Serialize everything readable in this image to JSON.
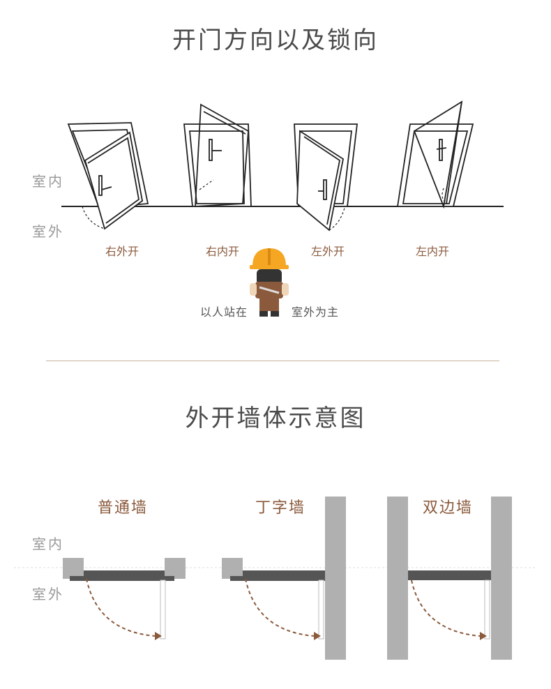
{
  "section1": {
    "title": "开门方向以及锁向",
    "indoor": "室内",
    "outdoor": "室外",
    "doors": [
      {
        "label": "右外开"
      },
      {
        "label": "右内开"
      },
      {
        "label": "左外开"
      },
      {
        "label": "左内开"
      }
    ],
    "caption_left": "以人站在",
    "caption_right": "室外为主"
  },
  "section2": {
    "title": "外开墙体示意图",
    "indoor": "室内",
    "outdoor": "室外",
    "walls": [
      {
        "label": "普通墙"
      },
      {
        "label": "丁字墙"
      },
      {
        "label": "双边墙"
      }
    ]
  },
  "colors": {
    "text_dark": "#4a4a4a",
    "text_muted": "#9a9a9a",
    "accent_brown": "#8b5a3c",
    "wall_gray": "#b0b0b0",
    "door_dark": "#555555",
    "helmet": "#f5a623"
  }
}
